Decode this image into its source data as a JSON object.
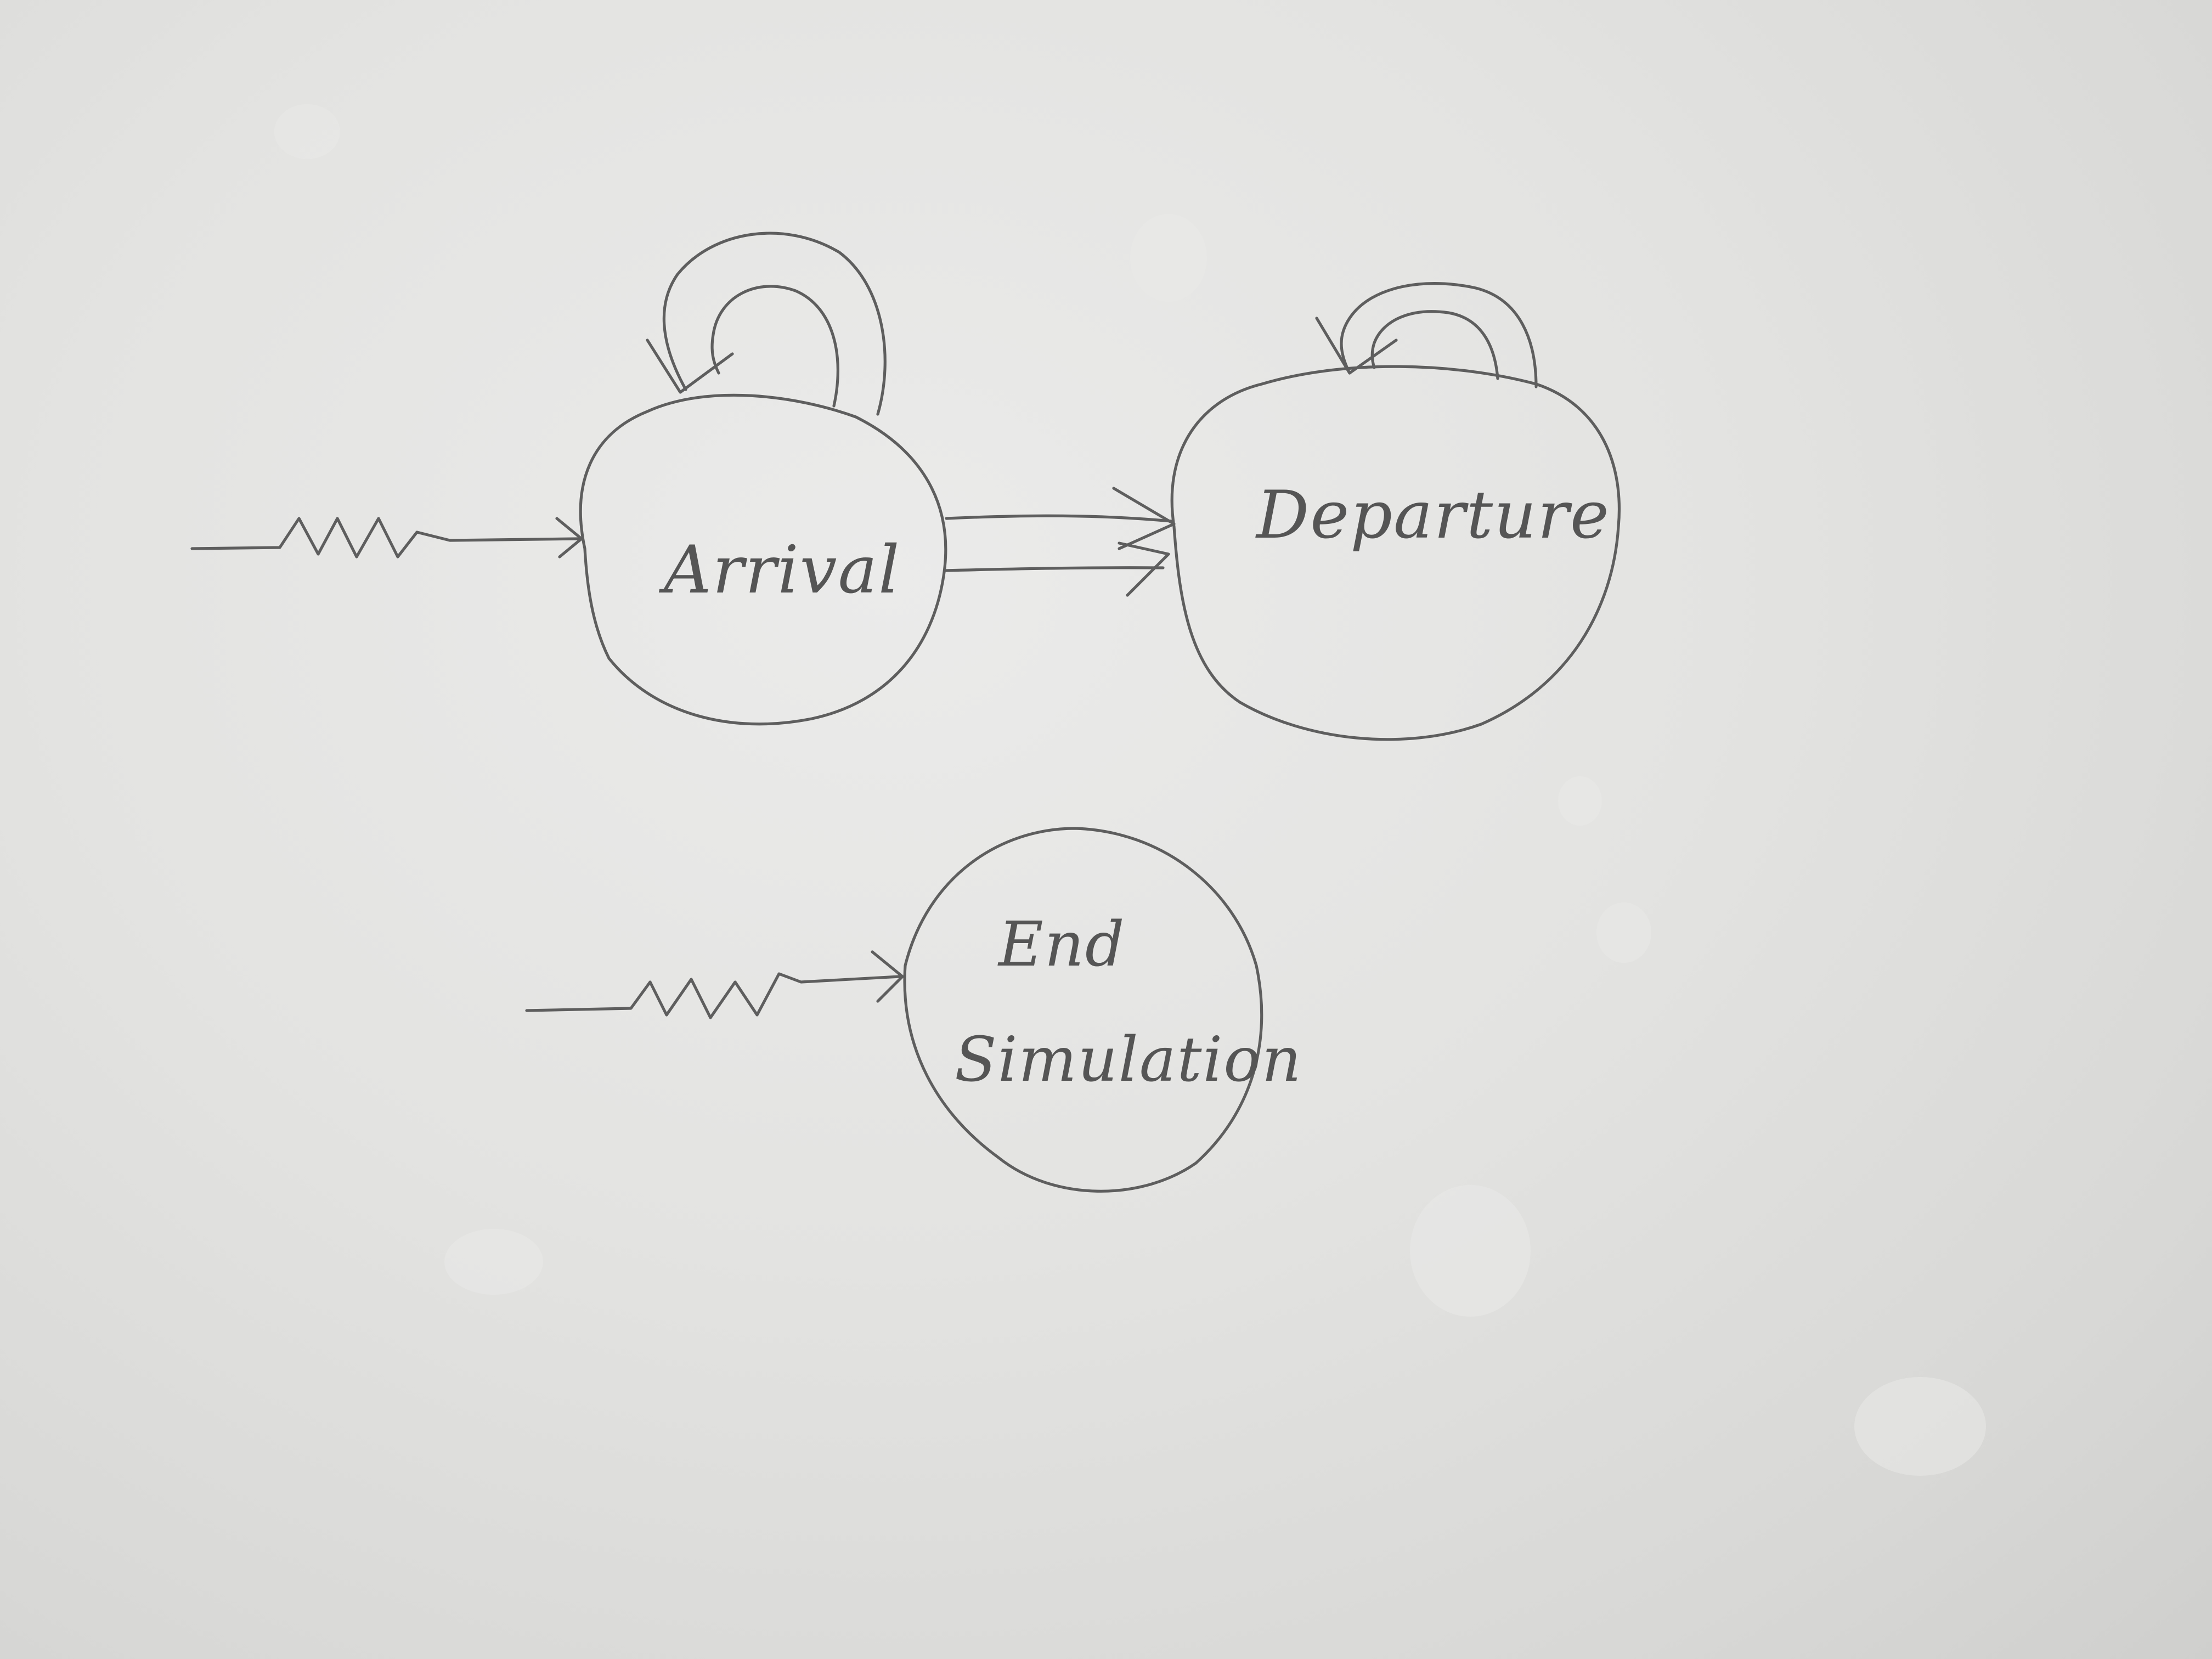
{
  "diagram": {
    "states": [
      {
        "id": "arrival",
        "label": "Arrival",
        "self_loop": true,
        "initial_squiggle_arrow": true
      },
      {
        "id": "departure",
        "label": "Departure",
        "self_loop": true,
        "initial_squiggle_arrow": false
      },
      {
        "id": "end_simulation",
        "label_lines": [
          "End",
          "Simulation"
        ],
        "self_loop": false,
        "initial_squiggle_arrow": true
      }
    ],
    "transitions": [
      {
        "from": "arrival",
        "to": "arrival",
        "type": "self-loop"
      },
      {
        "from": "departure",
        "to": "departure",
        "type": "self-loop"
      },
      {
        "from": "arrival",
        "to": "departure",
        "type": "double-arrow"
      },
      {
        "from": "external",
        "to": "arrival",
        "type": "squiggle-arrow"
      },
      {
        "from": "external",
        "to": "end_simulation",
        "type": "squiggle-arrow"
      }
    ]
  }
}
